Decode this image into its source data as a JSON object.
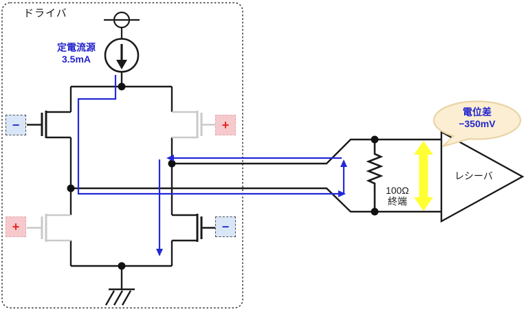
{
  "driver_block": {
    "label": "ドライバ"
  },
  "current_source": {
    "label": "定電流源",
    "value": "3.5mA"
  },
  "inputs": {
    "top_left_sign": "−",
    "top_right_sign": "+",
    "bottom_left_sign": "+",
    "bottom_right_sign": "−"
  },
  "termination": {
    "value": "100Ω",
    "label": "終端"
  },
  "receiver": {
    "label": "レシーバ"
  },
  "annotation_bubble": {
    "title": "電位差",
    "value": "−350mV"
  },
  "colors": {
    "wire": "#1a1a1a",
    "inactive_gray": "#c9c9c9",
    "current_path_blue": "#2328d8",
    "label_blue": "#2222cc",
    "plus_red": "#e8241c",
    "minus_box_fill": "#d9e6f8",
    "plus_box_fill": "#f6c9cd",
    "voltage_arrow_yellow": "#ffff33",
    "bubble_fill": "#fbeed3",
    "bubble_border": "#e9d4a5"
  }
}
